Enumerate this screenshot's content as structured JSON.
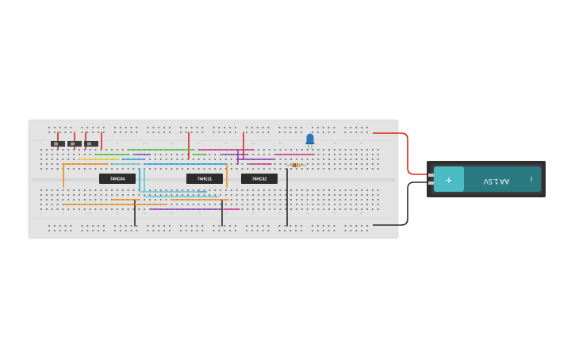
{
  "chips": [
    {
      "id": "u1",
      "label": "74HC04"
    },
    {
      "id": "u2",
      "label": "74HC11"
    },
    {
      "id": "u3",
      "label": "74HC32"
    }
  ],
  "battery": {
    "label": "AA 1.5V",
    "plus": "+",
    "minus": "−"
  },
  "colors": {
    "board": "#e3e3e3",
    "hole": "#6f6f6f",
    "wire_red": "#e0251b",
    "wire_black": "#2b2b2b",
    "wire_green": "#4bbf3a",
    "wire_magenta": "#d0338a",
    "wire_blue": "#2a9ee0",
    "wire_orange": "#f08c1a",
    "wire_yellow": "#e8d22a",
    "wire_purple": "#8a3fb0",
    "wire_cyan": "#58c8d8",
    "battery_body": "#2a7a82",
    "battery_cap": "#4cbcc4",
    "led": "#2a7ab8"
  }
}
